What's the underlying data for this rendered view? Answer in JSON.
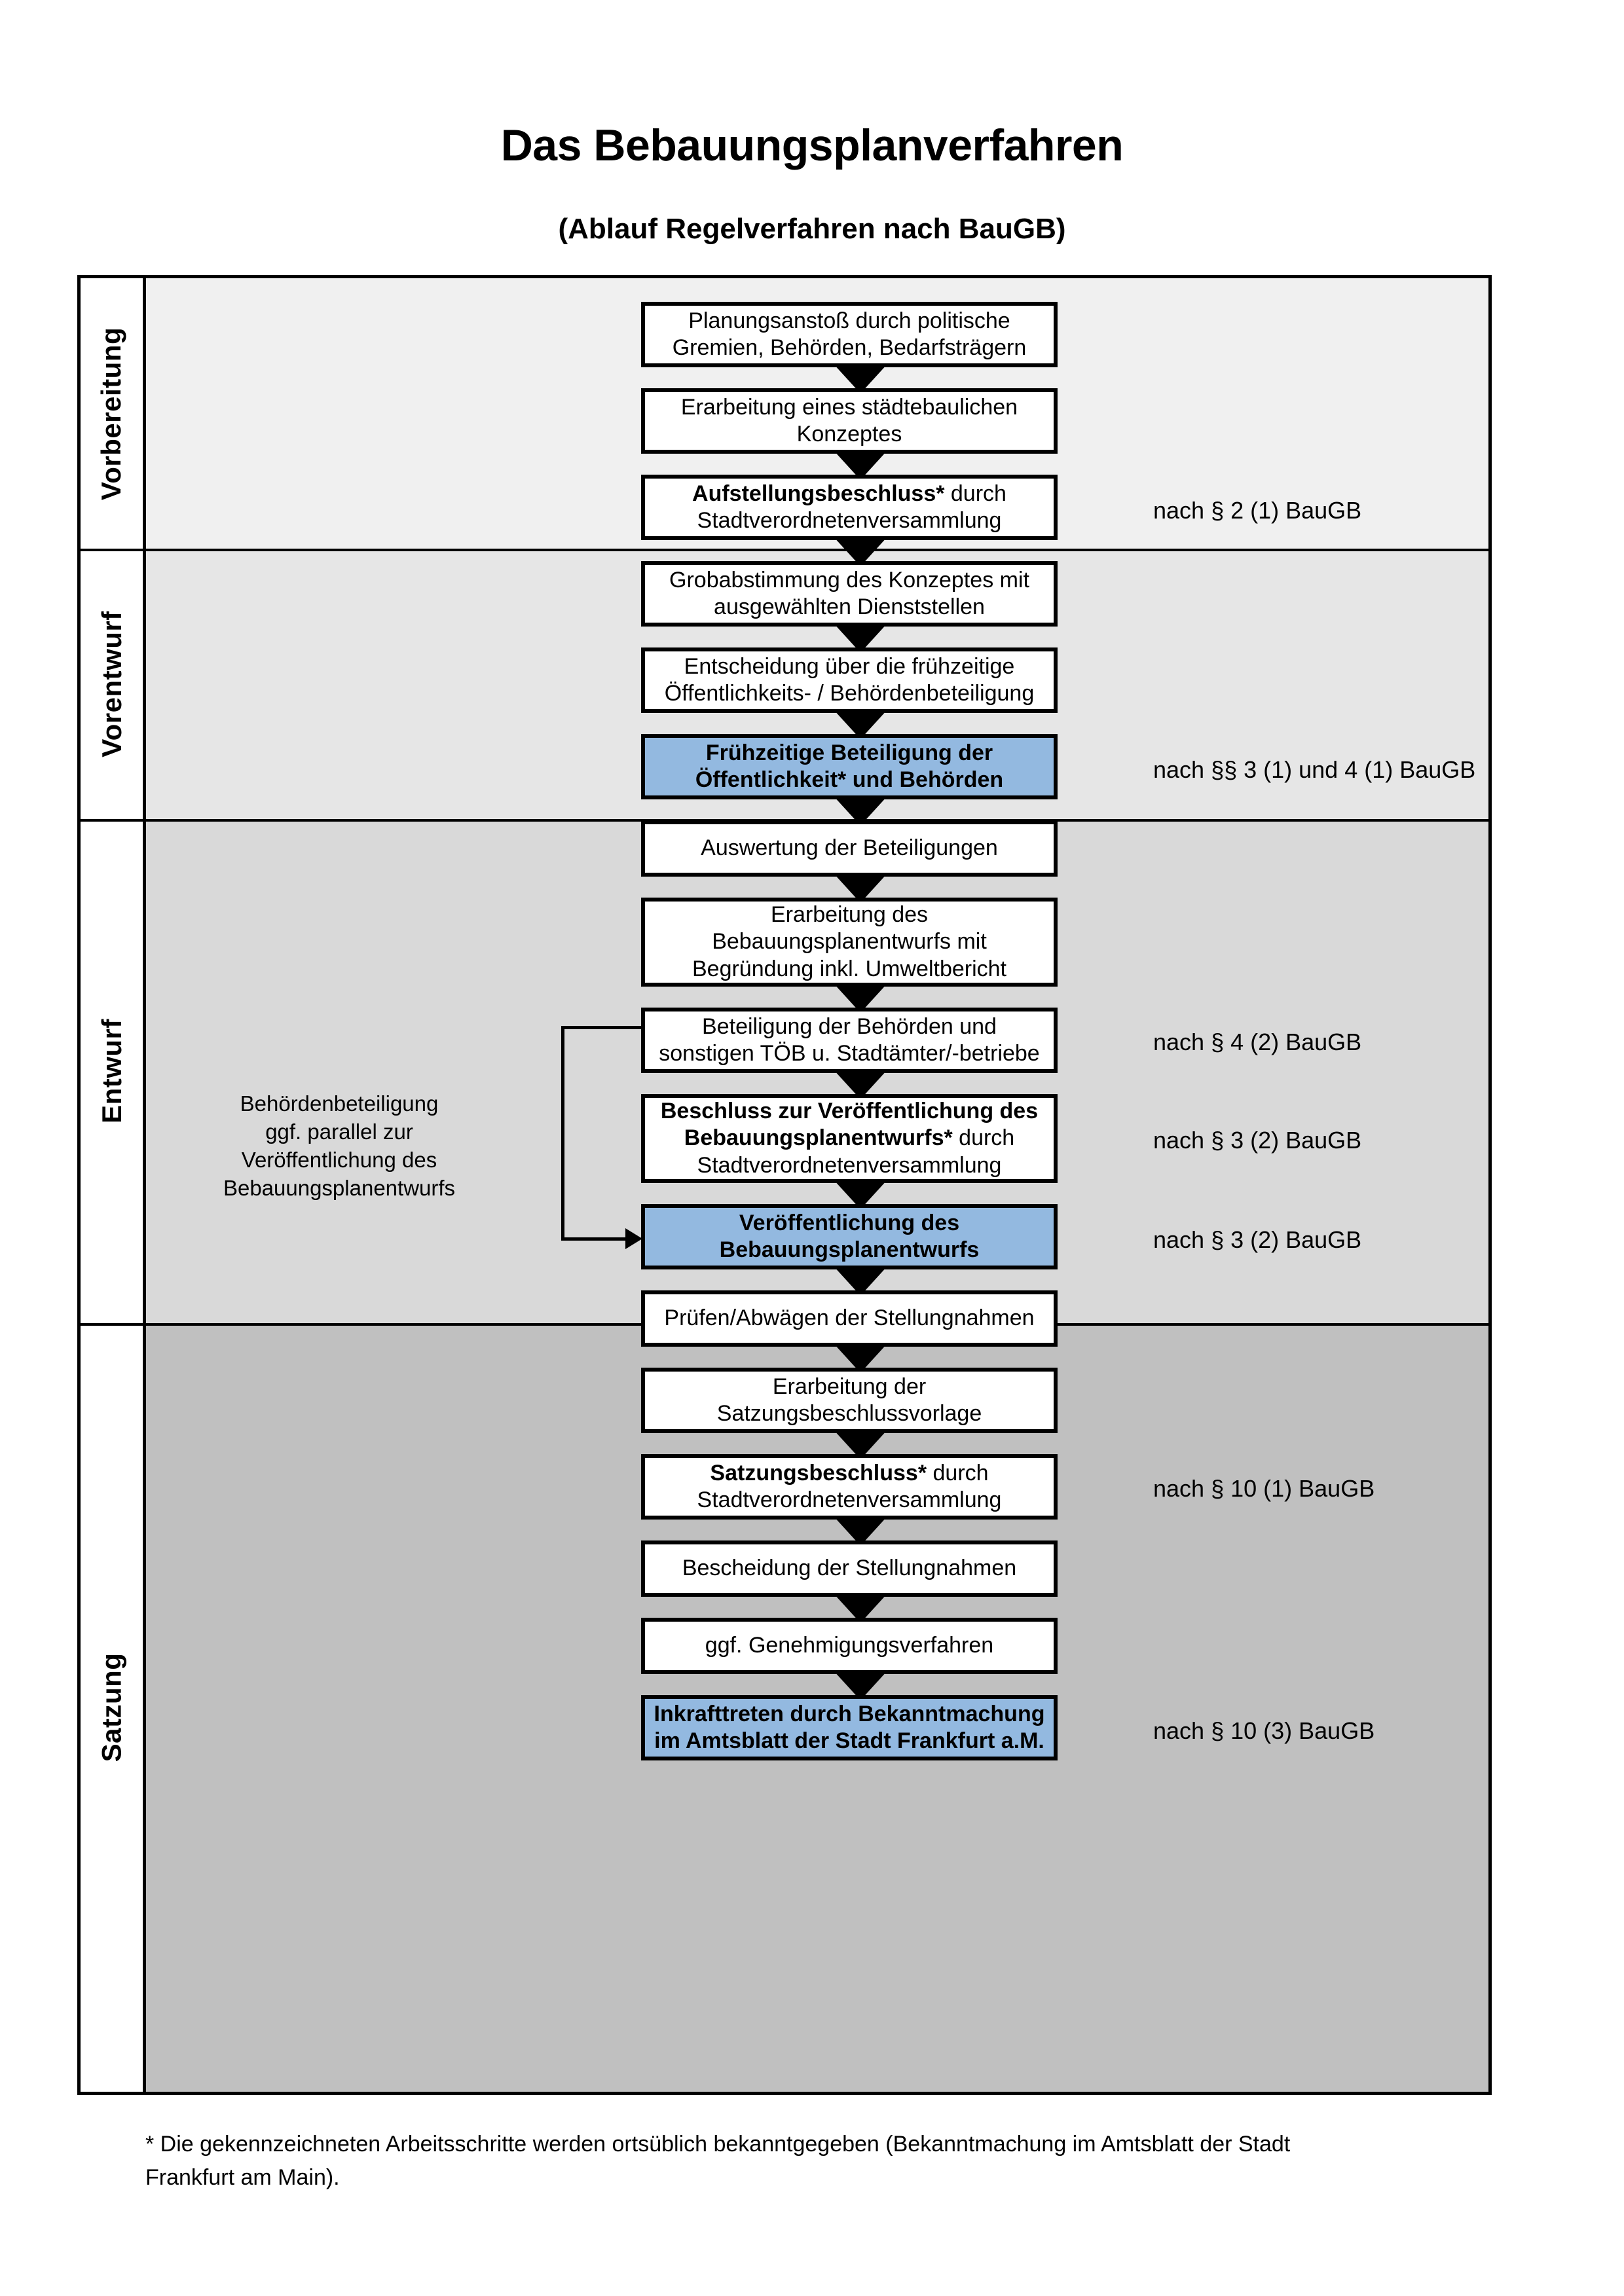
{
  "header": {
    "title": "Das Bebauungsplanverfahren",
    "subtitle": "(Ablauf Regelverfahren nach BauGB)"
  },
  "phases": [
    {
      "label": "Vorbereitung",
      "background": "#f0f0f0"
    },
    {
      "label": "Vorentwurf",
      "background": "#e6e6e6"
    },
    {
      "label": "Entwurf",
      "background": "#d9d9d9"
    },
    {
      "label": "Satzung",
      "background": "#c0c0c0"
    }
  ],
  "colors": {
    "highlight_box": "#93b9e0",
    "border": "#000000",
    "page": "#ffffff"
  },
  "steps": [
    {
      "id": "s1",
      "phase": "Vorbereitung",
      "highlight": false,
      "lines": [
        {
          "text": "Planungsanstoß durch politische",
          "bold": false
        },
        {
          "text": "Gremien, Behörden, Bedarfsträgern",
          "bold": false
        }
      ]
    },
    {
      "id": "s2",
      "phase": "Vorbereitung",
      "highlight": false,
      "lines": [
        {
          "text": "Erarbeitung eines städtebaulichen",
          "bold": false
        },
        {
          "text": "Konzeptes",
          "bold": false
        }
      ]
    },
    {
      "id": "s3",
      "phase": "Vorbereitung",
      "highlight": false,
      "lines": [
        {
          "text": "Aufstellungsbeschluss*",
          "bold": true
        },
        {
          "text": " durch",
          "bold": false
        },
        {
          "text": "Stadtverordnetenversammlung",
          "bold": false
        }
      ]
    },
    {
      "id": "s4",
      "phase": "Vorentwurf",
      "highlight": false,
      "lines": [
        {
          "text": "Grobabstimmung des Konzeptes mit",
          "bold": false
        },
        {
          "text": "ausgewählten Dienststellen",
          "bold": false
        }
      ]
    },
    {
      "id": "s5",
      "phase": "Vorentwurf",
      "highlight": false,
      "lines": [
        {
          "text": "Entscheidung über die frühzeitige",
          "bold": false
        },
        {
          "text": "Öffentlichkeits- / Behördenbeteiligung",
          "bold": false
        }
      ]
    },
    {
      "id": "s6",
      "phase": "Vorentwurf",
      "highlight": true,
      "lines": [
        {
          "text": "Frühzeitige Beteiligung der",
          "bold": true
        },
        {
          "text": "Öffentlichkeit* und Behörden",
          "bold": true
        }
      ]
    },
    {
      "id": "s7",
      "phase": "Entwurf",
      "highlight": false,
      "lines": [
        {
          "text": "Auswertung der Beteiligungen",
          "bold": false
        }
      ]
    },
    {
      "id": "s8",
      "phase": "Entwurf",
      "highlight": false,
      "lines": [
        {
          "text": "Erarbeitung des",
          "bold": false
        },
        {
          "text": "Bebauungsplanentwurfs mit",
          "bold": false
        },
        {
          "text": "Begründung inkl. Umweltbericht",
          "bold": false
        }
      ]
    },
    {
      "id": "s9",
      "phase": "Entwurf",
      "highlight": false,
      "lines": [
        {
          "text": "Beteiligung der Behörden und",
          "bold": false
        },
        {
          "text": "sonstigen TÖB u. Stadtämter/-betriebe",
          "bold": false
        }
      ]
    },
    {
      "id": "s10",
      "phase": "Entwurf",
      "highlight": false,
      "lines": [
        {
          "text": "Beschluss zur Veröffentlichung des",
          "bold": true
        },
        {
          "text": "Bebauungsplanentwurfs*",
          "bold": true
        },
        {
          "text": " durch",
          "bold": false
        },
        {
          "text": "Stadtverordnetenversammlung",
          "bold": false
        }
      ]
    },
    {
      "id": "s11",
      "phase": "Entwurf",
      "highlight": true,
      "lines": [
        {
          "text": "Veröffentlichung des",
          "bold": true
        },
        {
          "text": "Bebauungsplanentwurfs",
          "bold": true
        }
      ]
    },
    {
      "id": "s12",
      "phase": "Satzung",
      "highlight": false,
      "lines": [
        {
          "text": "Prüfen/Abwägen der Stellungnahmen",
          "bold": false
        }
      ]
    },
    {
      "id": "s13",
      "phase": "Satzung",
      "highlight": false,
      "lines": [
        {
          "text": "Erarbeitung der",
          "bold": false
        },
        {
          "text": "Satzungsbeschlussvorlage",
          "bold": false
        }
      ]
    },
    {
      "id": "s14",
      "phase": "Satzung",
      "highlight": false,
      "lines": [
        {
          "text": "Satzungsbeschluss*",
          "bold": true
        },
        {
          "text": " durch",
          "bold": false
        },
        {
          "text": "Stadtverordnetenversammlung",
          "bold": false
        }
      ]
    },
    {
      "id": "s15",
      "phase": "Satzung",
      "highlight": false,
      "lines": [
        {
          "text": "Bescheidung der Stellungnahmen",
          "bold": false
        }
      ]
    },
    {
      "id": "s16",
      "phase": "Satzung",
      "highlight": false,
      "lines": [
        {
          "text": "ggf. Genehmigungsverfahren",
          "bold": false
        }
      ]
    },
    {
      "id": "s17",
      "phase": "Satzung",
      "highlight": true,
      "lines": [
        {
          "text": "Inkrafttreten",
          "bold": true
        },
        {
          "text": " durch Bekanntmachung",
          "bold": false
        },
        {
          "text": "im Amtsblatt der Stadt Frankfurt a.M.",
          "bold": false
        }
      ]
    }
  ],
  "step_texts": {
    "s1_l1": "Planungsanstoß durch politische",
    "s1_l2": "Gremien, Behörden, Bedarfsträgern",
    "s2_l1": "Erarbeitung eines städtebaulichen",
    "s2_l2": "Konzeptes",
    "s3_b1": "Aufstellungsbeschluss*",
    "s3_n1": " durch",
    "s3_l2": "Stadtverordnetenversammlung",
    "s4_l1": "Grobabstimmung des Konzeptes mit",
    "s4_l2": "ausgewählten Dienststellen",
    "s5_l1": "Entscheidung über die frühzeitige",
    "s5_l2": "Öffentlichkeits- / Behördenbeteiligung",
    "s6_l1": "Frühzeitige Beteiligung der",
    "s6_l2": "Öffentlichkeit* und Behörden",
    "s7_l1": "Auswertung der Beteiligungen",
    "s8_l1": "Erarbeitung des",
    "s8_l2": "Bebauungsplanentwurfs mit",
    "s8_l3": "Begründung inkl. Umweltbericht",
    "s9_l1": "Beteiligung der Behörden und",
    "s9_l2": "sonstigen TÖB u. Stadtämter/-betriebe",
    "s10_b1": "Beschluss zur Veröffentlichung des",
    "s10_b2": "Bebauungsplanentwurfs*",
    "s10_n2": " durch",
    "s10_l3": "Stadtverordnetenversammlung",
    "s11_l1": "Veröffentlichung des",
    "s11_l2": "Bebauungsplanentwurfs",
    "s12_l1": "Prüfen/Abwägen der Stellungnahmen",
    "s13_l1": "Erarbeitung der",
    "s13_l2": "Satzungsbeschlussvorlage",
    "s14_b1": "Satzungsbeschluss*",
    "s14_n1": " durch",
    "s14_l2": "Stadtverordnetenversammlung",
    "s15_l1": "Bescheidung der Stellungnahmen",
    "s16_l1": "ggf. Genehmigungsverfahren",
    "s17_b1": "Inkrafttreten",
    "s17_n1": " durch Bekanntmachung",
    "s17_l2": "im Amtsblatt der Stadt Frankfurt a.M."
  },
  "law_references": [
    {
      "id": "r1",
      "text": "nach § 2 (1) BauGB",
      "for_step": "s3"
    },
    {
      "id": "r2",
      "text": "nach §§ 3 (1) und 4 (1) BauGB",
      "for_step": "s6"
    },
    {
      "id": "r3",
      "text": "nach § 4 (2) BauGB",
      "for_step": "s9"
    },
    {
      "id": "r4",
      "text": "nach § 3 (2) BauGB",
      "for_step": "s10"
    },
    {
      "id": "r5",
      "text": "nach § 3 (2) BauGB",
      "for_step": "s11"
    },
    {
      "id": "r6",
      "text": "nach § 10 (1) BauGB",
      "for_step": "s14"
    },
    {
      "id": "r7",
      "text": "nach § 10 (3) BauGB",
      "for_step": "s17"
    }
  ],
  "side_note": {
    "line1": "Behördenbeteiligung",
    "line2": "ggf. parallel zur",
    "line3": "Veröffentlichung des",
    "line4": "Bebauungsplanentwurfs"
  },
  "footnote": {
    "line1": "* Die gekennzeichneten Arbeitsschritte werden ortsüblich bekanntgegeben (Bekanntmachung im Amtsblatt  der Stadt",
    "line2": "Frankfurt am Main)."
  }
}
